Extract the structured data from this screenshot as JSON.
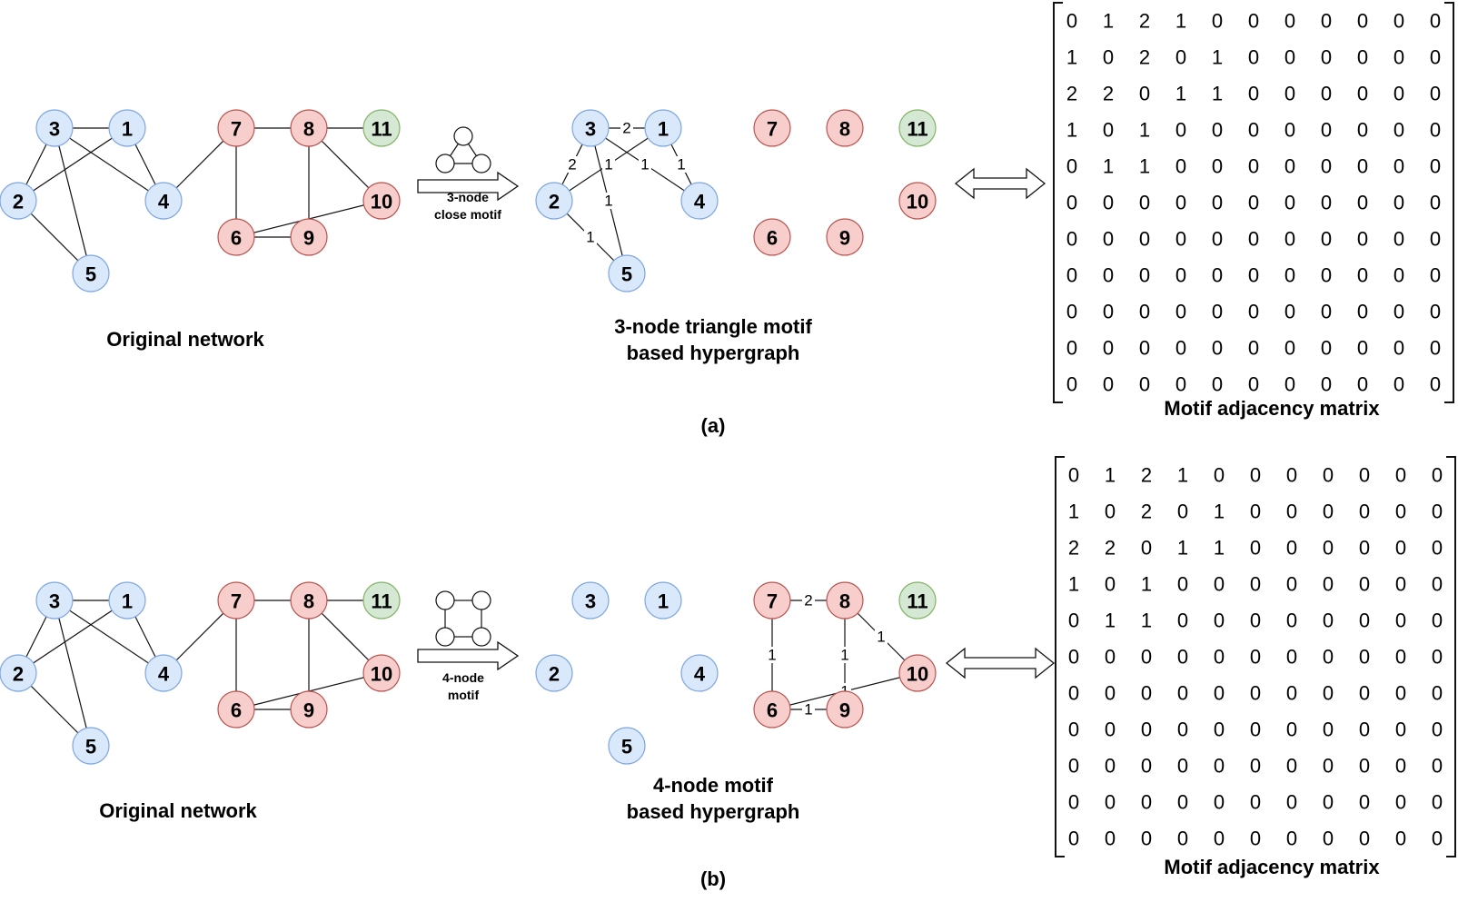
{
  "colors": {
    "blue": "#dae8fc",
    "blue_stroke": "#7ea6e0",
    "red": "#f8cecc",
    "red_stroke": "#b85450",
    "green": "#d5e8d4",
    "green_stroke": "#82b366"
  },
  "node_labels": {
    "1": "1",
    "2": "2",
    "3": "3",
    "4": "4",
    "5": "5",
    "6": "6",
    "7": "7",
    "8": "8",
    "9": "9",
    "10": "10",
    "11": "11"
  },
  "panel_a": {
    "original_caption": "Original network",
    "motif_label_line1": "3-node",
    "motif_label_line2": "close motif",
    "hyper_caption_line1": "3-node triangle motif",
    "hyper_caption_line2": "based hypergraph",
    "matrix_caption": "Motif adjacency matrix",
    "panel_label": "(a)",
    "hyper_edges": [
      {
        "a": "3",
        "b": "1",
        "w": "2"
      },
      {
        "a": "3",
        "b": "2",
        "w": "2"
      },
      {
        "a": "2",
        "b": "1",
        "w": "1"
      },
      {
        "a": "3",
        "b": "4",
        "w": "1"
      },
      {
        "a": "1",
        "b": "4",
        "w": "1"
      },
      {
        "a": "3",
        "b": "5",
        "w": "1"
      },
      {
        "a": "2",
        "b": "5",
        "w": "1"
      }
    ]
  },
  "panel_b": {
    "original_caption": "Original network",
    "motif_label_line1": "4-node",
    "motif_label_line2": "motif",
    "hyper_caption_line1": "4-node motif",
    "hyper_caption_line2": "based hypergraph",
    "matrix_caption": "Motif adjacency matrix",
    "panel_label": "(b)",
    "hyper_edges": [
      {
        "a": "7",
        "b": "8",
        "w": "2"
      },
      {
        "a": "7",
        "b": "6",
        "w": "1"
      },
      {
        "a": "8",
        "b": "9",
        "w": "1"
      },
      {
        "a": "8",
        "b": "10",
        "w": "1"
      },
      {
        "a": "6",
        "b": "9",
        "w": "1"
      },
      {
        "a": "6",
        "b": "10",
        "w": "1"
      }
    ]
  },
  "original_edges": [
    [
      "3",
      "1"
    ],
    [
      "3",
      "2"
    ],
    [
      "3",
      "5"
    ],
    [
      "3",
      "4"
    ],
    [
      "1",
      "2"
    ],
    [
      "1",
      "4"
    ],
    [
      "2",
      "5"
    ],
    [
      "4",
      "7"
    ],
    [
      "7",
      "8"
    ],
    [
      "7",
      "6"
    ],
    [
      "8",
      "11"
    ],
    [
      "8",
      "9"
    ],
    [
      "8",
      "10"
    ],
    [
      "6",
      "9"
    ],
    [
      "6",
      "10"
    ]
  ],
  "matrix_a": [
    [
      "0",
      "1",
      "2",
      "1",
      "0",
      "0",
      "0",
      "0",
      "0",
      "0",
      "0"
    ],
    [
      "1",
      "0",
      "2",
      "0",
      "1",
      "0",
      "0",
      "0",
      "0",
      "0",
      "0"
    ],
    [
      "2",
      "2",
      "0",
      "1",
      "1",
      "0",
      "0",
      "0",
      "0",
      "0",
      "0"
    ],
    [
      "1",
      "0",
      "1",
      "0",
      "0",
      "0",
      "0",
      "0",
      "0",
      "0",
      "0"
    ],
    [
      "0",
      "1",
      "1",
      "0",
      "0",
      "0",
      "0",
      "0",
      "0",
      "0",
      "0"
    ],
    [
      "0",
      "0",
      "0",
      "0",
      "0",
      "0",
      "0",
      "0",
      "0",
      "0",
      "0"
    ],
    [
      "0",
      "0",
      "0",
      "0",
      "0",
      "0",
      "0",
      "0",
      "0",
      "0",
      "0"
    ],
    [
      "0",
      "0",
      "0",
      "0",
      "0",
      "0",
      "0",
      "0",
      "0",
      "0",
      "0"
    ],
    [
      "0",
      "0",
      "0",
      "0",
      "0",
      "0",
      "0",
      "0",
      "0",
      "0",
      "0"
    ],
    [
      "0",
      "0",
      "0",
      "0",
      "0",
      "0",
      "0",
      "0",
      "0",
      "0",
      "0"
    ],
    [
      "0",
      "0",
      "0",
      "0",
      "0",
      "0",
      "0",
      "0",
      "0",
      "0",
      "0"
    ]
  ],
  "matrix_b": [
    [
      "0",
      "1",
      "2",
      "1",
      "0",
      "0",
      "0",
      "0",
      "0",
      "0",
      "0"
    ],
    [
      "1",
      "0",
      "2",
      "0",
      "1",
      "0",
      "0",
      "0",
      "0",
      "0",
      "0"
    ],
    [
      "2",
      "2",
      "0",
      "1",
      "1",
      "0",
      "0",
      "0",
      "0",
      "0",
      "0"
    ],
    [
      "1",
      "0",
      "1",
      "0",
      "0",
      "0",
      "0",
      "0",
      "0",
      "0",
      "0"
    ],
    [
      "0",
      "1",
      "1",
      "0",
      "0",
      "0",
      "0",
      "0",
      "0",
      "0",
      "0"
    ],
    [
      "0",
      "0",
      "0",
      "0",
      "0",
      "0",
      "0",
      "0",
      "0",
      "0",
      "0"
    ],
    [
      "0",
      "0",
      "0",
      "0",
      "0",
      "0",
      "0",
      "0",
      "0",
      "0",
      "0"
    ],
    [
      "0",
      "0",
      "0",
      "0",
      "0",
      "0",
      "0",
      "0",
      "0",
      "0",
      "0"
    ],
    [
      "0",
      "0",
      "0",
      "0",
      "0",
      "0",
      "0",
      "0",
      "0",
      "0",
      "0"
    ],
    [
      "0",
      "0",
      "0",
      "0",
      "0",
      "0",
      "0",
      "0",
      "0",
      "0",
      "0"
    ],
    [
      "0",
      "0",
      "0",
      "0",
      "0",
      "0",
      "0",
      "0",
      "0",
      "0",
      "0"
    ]
  ]
}
